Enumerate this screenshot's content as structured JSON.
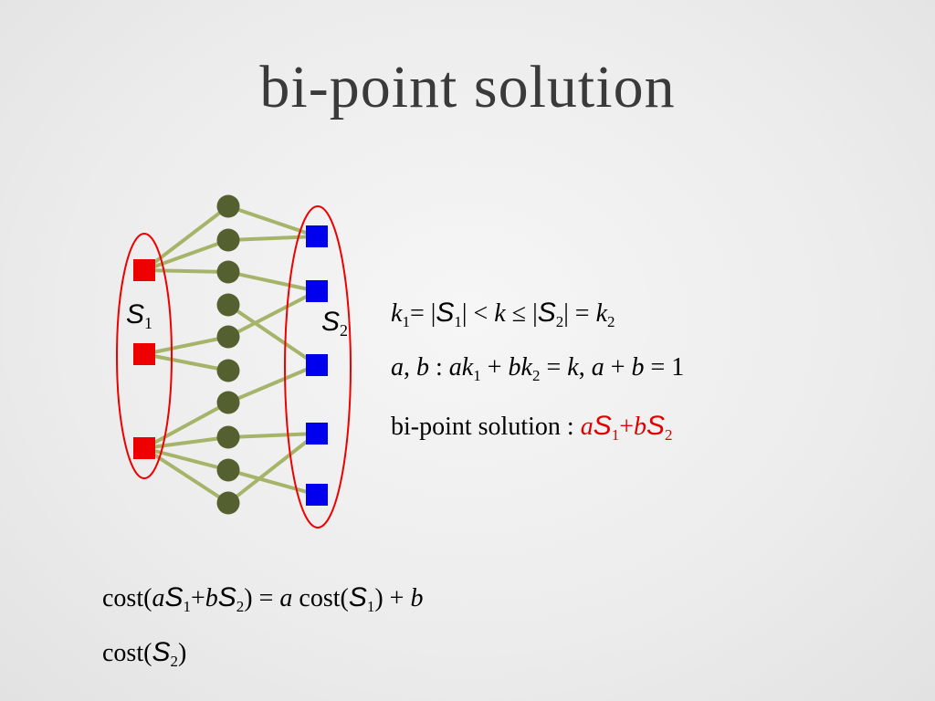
{
  "title": "bi-point solution",
  "diagram": {
    "left_set_label": "S",
    "left_set_subscript": "1",
    "right_set_label": "S",
    "right_set_subscript": "2",
    "colors": {
      "left_squares": "#ee0000",
      "right_squares": "#0000ee",
      "middle_nodes": "#556030",
      "edges": "#a6b46a",
      "ellipses": "#ee0000"
    },
    "left_square_count": 3,
    "middle_node_count": 10,
    "right_square_count": 5,
    "edges": [
      [
        0,
        0
      ],
      [
        0,
        1
      ],
      [
        0,
        2
      ],
      [
        1,
        4
      ],
      [
        1,
        5
      ],
      [
        2,
        6
      ],
      [
        2,
        7
      ],
      [
        2,
        8
      ],
      [
        2,
        9
      ]
    ],
    "right_edges": [
      [
        0,
        0
      ],
      [
        1,
        0
      ],
      [
        2,
        1
      ],
      [
        3,
        2
      ],
      [
        4,
        1
      ],
      [
        6,
        2
      ],
      [
        7,
        3
      ],
      [
        8,
        4
      ],
      [
        9,
        3
      ]
    ]
  },
  "equations": {
    "line1": {
      "k": "k",
      "sub1": "1",
      "eq_open": "= |",
      "S": "S",
      "sub_s1": "1",
      "lt": "| < ",
      "k2": "k",
      "le": " ≤ |",
      "S2": "S",
      "sub_s2": "2",
      "end": "| = ",
      "k3": "k",
      "sub_k2": "2"
    },
    "line2": {
      "a": "a",
      "comma": ", ",
      "b": "b",
      "colon": " : ",
      "ak": "ak",
      "sub1": "1",
      "plus": " + ",
      "bk": "bk",
      "sub2": "2",
      "eq": " = ",
      "k": "k",
      "comma2": ", ",
      "a2": "a",
      "plus2": " + ",
      "b2": "b",
      "eq2": " = 1"
    },
    "line3": {
      "text": "bi-point solution : ",
      "a": "a",
      "S": "S",
      "sub1": "1",
      "plus": "+",
      "b": "b",
      "S2": "S",
      "sub2": "2"
    },
    "cost_line1": {
      "cost_open": "cost(",
      "a": "a",
      "S": "S",
      "sub1": "1",
      "plus": "+",
      "b": "b",
      "S2": "S",
      "sub2": "2",
      "eq": ") = ",
      "a2": "a",
      "cost2": " cost(",
      "S3": "S",
      "sub3": "1",
      "plus2": ") + ",
      "b2": "b"
    },
    "cost_line2": {
      "cost_open": "cost(",
      "S": "S",
      "sub": "2",
      "close": ")"
    }
  }
}
